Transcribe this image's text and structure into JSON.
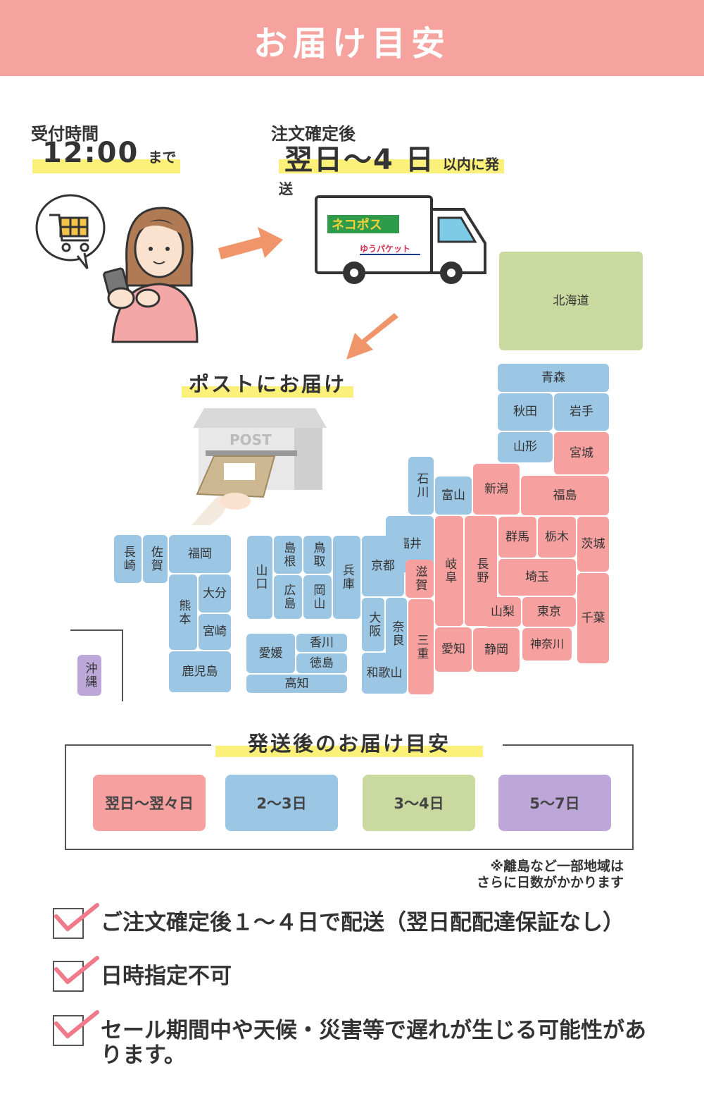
{
  "header": {
    "title": "お届け目安"
  },
  "order": {
    "label": "受付時間",
    "time": "12:00",
    "time_suffix": "まで"
  },
  "ship": {
    "label": "注文確定後",
    "days": "翌日〜4 日",
    "days_suffix": "以内に発送"
  },
  "truck": {
    "brand1": "ネコポス",
    "brand2": "ゆうパケット"
  },
  "post": {
    "label": "ポストにお届け",
    "box_text": "POST"
  },
  "map": {
    "regions": [
      {
        "name": "北海道"
      },
      {
        "name": "青森"
      },
      {
        "name": "秋田"
      },
      {
        "name": "岩手"
      },
      {
        "name": "山形"
      },
      {
        "name": "宮城"
      },
      {
        "name": "石川"
      },
      {
        "name": "富山"
      },
      {
        "name": "新潟"
      },
      {
        "name": "福島"
      },
      {
        "name": "福井"
      },
      {
        "name": "岐阜"
      },
      {
        "name": "長野"
      },
      {
        "name": "群馬"
      },
      {
        "name": "栃木"
      },
      {
        "name": "茨城"
      },
      {
        "name": "埼玉"
      },
      {
        "name": "山梨"
      },
      {
        "name": "東京"
      },
      {
        "name": "千葉"
      },
      {
        "name": "神奈川"
      },
      {
        "name": "静岡"
      },
      {
        "name": "愛知"
      },
      {
        "name": "三重"
      },
      {
        "name": "滋賀"
      },
      {
        "name": "京都"
      },
      {
        "name": "奈良"
      },
      {
        "name": "大阪"
      },
      {
        "name": "和歌山"
      },
      {
        "name": "兵庫"
      },
      {
        "name": "鳥取"
      },
      {
        "name": "島根"
      },
      {
        "name": "岡山"
      },
      {
        "name": "広島"
      },
      {
        "name": "山口"
      },
      {
        "name": "香川"
      },
      {
        "name": "愛媛"
      },
      {
        "name": "徳島"
      },
      {
        "name": "高知"
      },
      {
        "name": "福岡"
      },
      {
        "name": "佐賀"
      },
      {
        "name": "長崎"
      },
      {
        "name": "大分"
      },
      {
        "name": "熊本"
      },
      {
        "name": "宮崎"
      },
      {
        "name": "鹿児島"
      },
      {
        "name": "沖縄"
      }
    ]
  },
  "legend": {
    "title": "発送後のお届け目安",
    "items": [
      {
        "label": "翌日〜翌々日",
        "color": "#f6a0a0"
      },
      {
        "label": "2〜3日",
        "color": "#9bc6e4"
      },
      {
        "label": "3〜4日",
        "color": "#c9d99f"
      },
      {
        "label": "5〜7日",
        "color": "#bca7d8"
      }
    ],
    "note_line1": "※離島など一部地域は",
    "note_line2": "さらに日数がかかります"
  },
  "checklist": [
    {
      "text": "ご注文確定後１〜４日で配送（翌日配配達保証なし）"
    },
    {
      "text": "日時指定不可"
    },
    {
      "text": "セール期間中や天候・災害等で遅れが生じる可能性があります。"
    }
  ]
}
